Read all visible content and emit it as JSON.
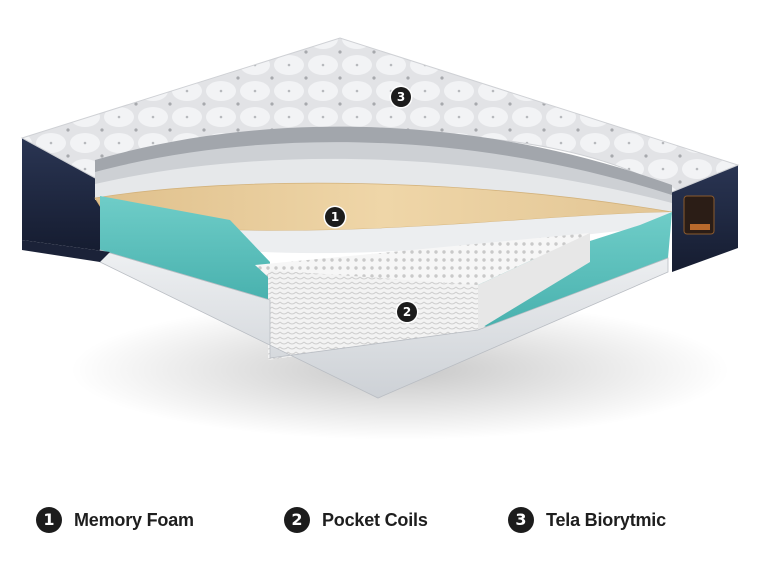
{
  "layers": [
    {
      "number": "1",
      "label": "Memory Foam"
    },
    {
      "number": "2",
      "label": "Pocket Coils"
    },
    {
      "number": "3",
      "label": "Tela Biorytmic"
    }
  ],
  "colors": {
    "memory_foam": "#e9cfa0",
    "support_foam": "#5cc2be",
    "coils": "#f4f4f4",
    "fabric_top": "#e4e5e7",
    "side_panel": "#1f2a44",
    "marker": "#1c1c1c"
  }
}
